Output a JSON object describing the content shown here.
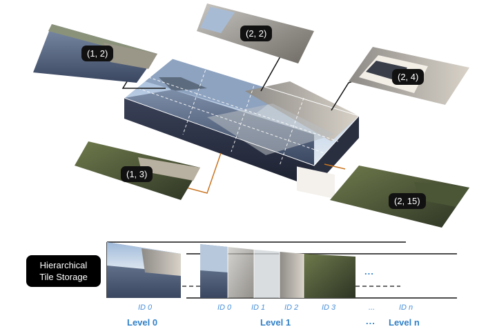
{
  "tiles": {
    "t12": "(1, 2)",
    "t22": "(2, 2)",
    "t24": "(2, 4)",
    "t13": "(1, 3)",
    "t215": "(2, 15)"
  },
  "storage": {
    "line1": "Hierarchical",
    "line2": "Tile Storage"
  },
  "ids": {
    "level0_id0": "ID 0",
    "level1_id0": "ID 0",
    "level1_id1": "ID 1",
    "level1_id2": "ID  2",
    "level1_id3": "ID 3",
    "ellipsis": "...",
    "idn": "ID n"
  },
  "levels": {
    "level0": "Level 0",
    "level1": "Level 1",
    "ellipsis": "...",
    "leveln": "Level n"
  },
  "storage_dots": "...",
  "colors": {
    "accent_blue": "#2f80c8",
    "connector_dark": "#111111",
    "connector_orange": "#c9741f",
    "label_bg": "#111111"
  }
}
